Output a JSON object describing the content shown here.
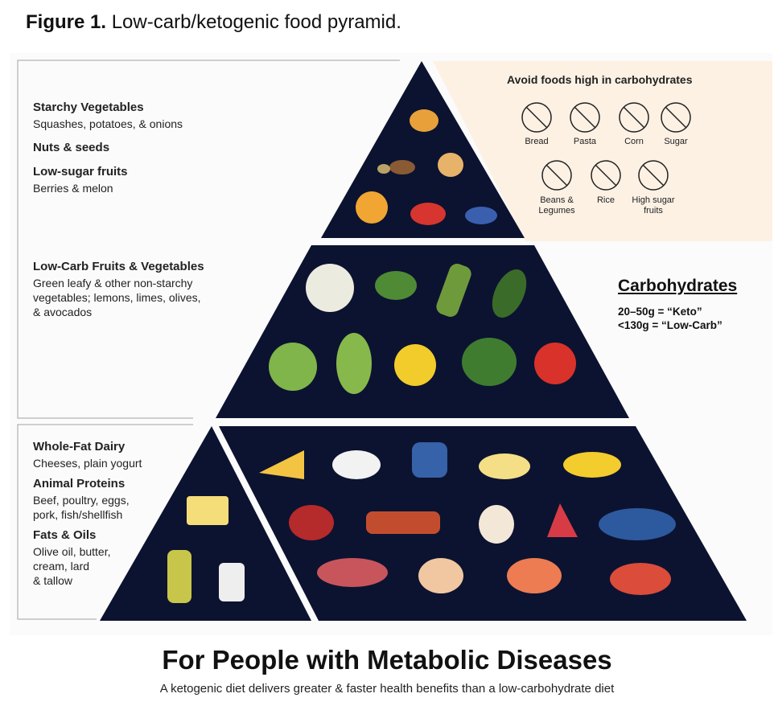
{
  "caption": {
    "figure": "Figure 1.",
    "text": "Low-carb/ketogenic food pyramid."
  },
  "top_tier": {
    "groups": [
      {
        "title": "Starchy Vegetables",
        "desc": "Squashes, potatoes, & onions"
      },
      {
        "title": "Nuts & seeds",
        "desc": ""
      },
      {
        "title": "Low-sugar fruits",
        "desc": "Berries & melon"
      }
    ]
  },
  "middle_tier": {
    "title": "Low-Carb Fruits & Vegetables",
    "desc": [
      "Green leafy & other non-starchy",
      "vegetables; lemons, limes, olives,",
      "& avocados"
    ]
  },
  "bottom_tier": {
    "groups": [
      {
        "title": "Whole-Fat Dairy",
        "desc": [
          "Cheeses, plain yogurt"
        ]
      },
      {
        "title": "Animal Proteins",
        "desc": [
          "Beef, poultry, eggs,",
          "pork, fish/shellfish"
        ]
      },
      {
        "title": "Fats & Oils",
        "desc": [
          "Olive oil, butter,",
          "cream, lard",
          "& tallow"
        ]
      }
    ]
  },
  "avoid": {
    "title": "Avoid foods high in carbohydrates",
    "items": [
      {
        "label": "Bread",
        "icon": "bread-icon"
      },
      {
        "label": "Pasta",
        "icon": "pasta-icon"
      },
      {
        "label": "Corn",
        "icon": "corn-icon"
      },
      {
        "label": "Sugar",
        "icon": "sugar-icon"
      },
      {
        "label": "Beans &",
        "label2": "Legumes",
        "icon": "beans-icon"
      },
      {
        "label": "Rice",
        "icon": "rice-icon"
      },
      {
        "label": "High sugar",
        "label2": "fruits",
        "icon": "fruit-icon"
      }
    ]
  },
  "carbohydrates": {
    "title": "Carbohydrates",
    "keto": "20–50g = “Keto”",
    "lowcarb": "<130g = “Low-Carb”"
  },
  "footer": {
    "title": "For People with Metabolic Diseases",
    "subtitle": "A ketogenic diet delivers greater & faster health benefits than a low-carbohydrate diet"
  },
  "colors": {
    "pyramid": "#0c1330",
    "avoid_bg": "#fdf1e4",
    "line": "#9a9a9a"
  }
}
